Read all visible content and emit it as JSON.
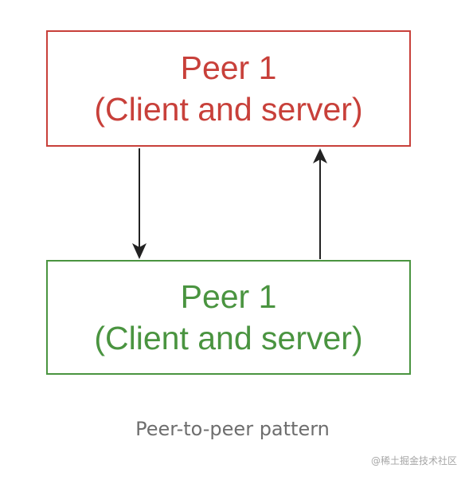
{
  "colors": {
    "top_peer": "#c8403a",
    "bottom_peer": "#4a9440",
    "arrow": "#222222",
    "caption": "#6e6e6e"
  },
  "diagram": {
    "top_peer": {
      "name": "Peer 1",
      "role": "(Client and server)"
    },
    "bottom_peer": {
      "name": "Peer 1",
      "role": "(Client and server)"
    },
    "caption": "Peer-to-peer pattern"
  },
  "watermark": "@稀土掘金技术社区"
}
